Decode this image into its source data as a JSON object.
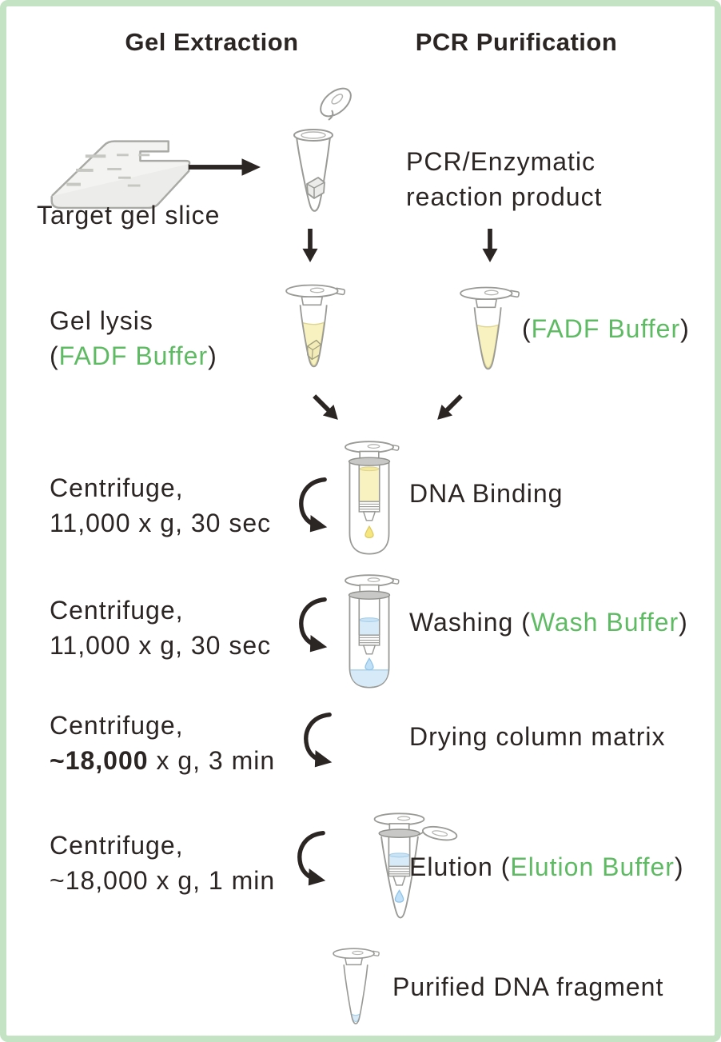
{
  "colors": {
    "ink": "#2b2524",
    "buffer_green": "#5fbb63",
    "frame_green": "#c4e2c4",
    "liquid_yellow": "#f8f2c0",
    "liquid_blue": "#d6eaf8",
    "tube_outline": "#9a9a97"
  },
  "headers": {
    "left": "Gel Extraction",
    "right": "PCR Purification"
  },
  "sample": {
    "gel_slice_label": "Target gel slice",
    "pcr_line1": "PCR/Enzymatic",
    "pcr_line2": "reaction product"
  },
  "lysis": {
    "title": "Gel lysis",
    "paren_open": "(",
    "buffer": "FADF Buffer",
    "paren_close": ")"
  },
  "lysis_right": {
    "paren_open": "(",
    "buffer": "FADF Buffer",
    "paren_close": ")"
  },
  "steps": {
    "binding": {
      "centrifuge_line1": "Centrifuge,",
      "centrifuge_line2": "11,000 x g, 30 sec",
      "label": "DNA Binding"
    },
    "washing": {
      "centrifuge_line1": "Centrifuge,",
      "centrifuge_line2": "11,000 x g, 30 sec",
      "label_prefix": "Washing (",
      "label_buffer": "Wash Buffer",
      "label_suffix": ")"
    },
    "drying": {
      "centrifuge_line1": "Centrifuge,",
      "line2_bold": "~18,000",
      "line2_rest": " x g, 3 min",
      "label": "Drying column matrix"
    },
    "elution": {
      "centrifuge_line1": "Centrifuge,",
      "centrifuge_line2": "~18,000 x g, 1 min",
      "label_prefix": "Elution (",
      "label_buffer": "Elution Buffer",
      "label_suffix": ")"
    }
  },
  "final": {
    "label": "Purified DNA fragment"
  }
}
